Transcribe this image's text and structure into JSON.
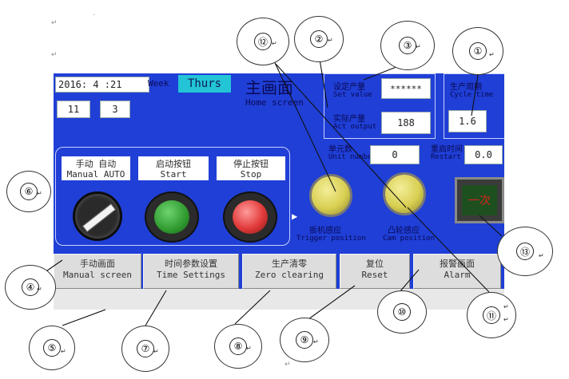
{
  "doc_marks": [
    "↵",
    "↵",
    "↵",
    "↵",
    "↵",
    "↵",
    "↵",
    "↵",
    "↵",
    "↵",
    "↵",
    "↵",
    "↵",
    "↵",
    "↵",
    "↵"
  ],
  "hmi": {
    "date_text": "2016: 4 :21",
    "week_label": "Week",
    "weekday": "Thurs",
    "field_11": "11",
    "field_3": "3",
    "title_cn": "主画面",
    "title_en": "Home screen",
    "set_value": {
      "cn": "设定产量",
      "en": "Set value",
      "value": "******"
    },
    "act_output": {
      "cn": "实际产量",
      "en": "Act output",
      "value": "188"
    },
    "cycle_time": {
      "cn": "生产周期",
      "en": "Cycle time",
      "value": "1.6"
    },
    "unit_number": {
      "cn": "单元数",
      "en": "Unit number",
      "value": "0"
    },
    "restart_time": {
      "cn": "重启时间",
      "en": "Restart time",
      "value": "0.0"
    },
    "manual_auto": {
      "cn": "手动  自动",
      "en": "Manual AUTO"
    },
    "start": {
      "cn": "启动按钮",
      "en": "Start"
    },
    "stop": {
      "cn": "停止按钮",
      "en": "Stop"
    },
    "trigger": {
      "cn": "扳机感应",
      "en": "Trigger position"
    },
    "cam": {
      "cn": "凸轮感应",
      "en": "Cam position"
    },
    "once_button": "一次",
    "bottom_buttons": [
      {
        "cn": "手动画面",
        "en": "Manual screen"
      },
      {
        "cn": "时间参数设置",
        "en": "Time Settings"
      },
      {
        "cn": "生产清零",
        "en": "Zero clearing"
      },
      {
        "cn": "复位",
        "en": "Reset"
      },
      {
        "cn": "报警画面",
        "en": "Alarm"
      }
    ]
  },
  "callouts": [
    "①",
    "②",
    "③",
    "④",
    "⑤",
    "⑥",
    "⑦",
    "⑧",
    "⑨",
    "⑩",
    "⑪",
    "⑫",
    "⑬"
  ],
  "colors": {
    "screen_blue": "#1f3fd6",
    "weekday_bg": "#23c4d6",
    "start_lamp": "#2f9a2f",
    "stop_lamp": "#e23a3a",
    "sensor_lamp": "#d8cf52",
    "once_text": "#e02020"
  }
}
